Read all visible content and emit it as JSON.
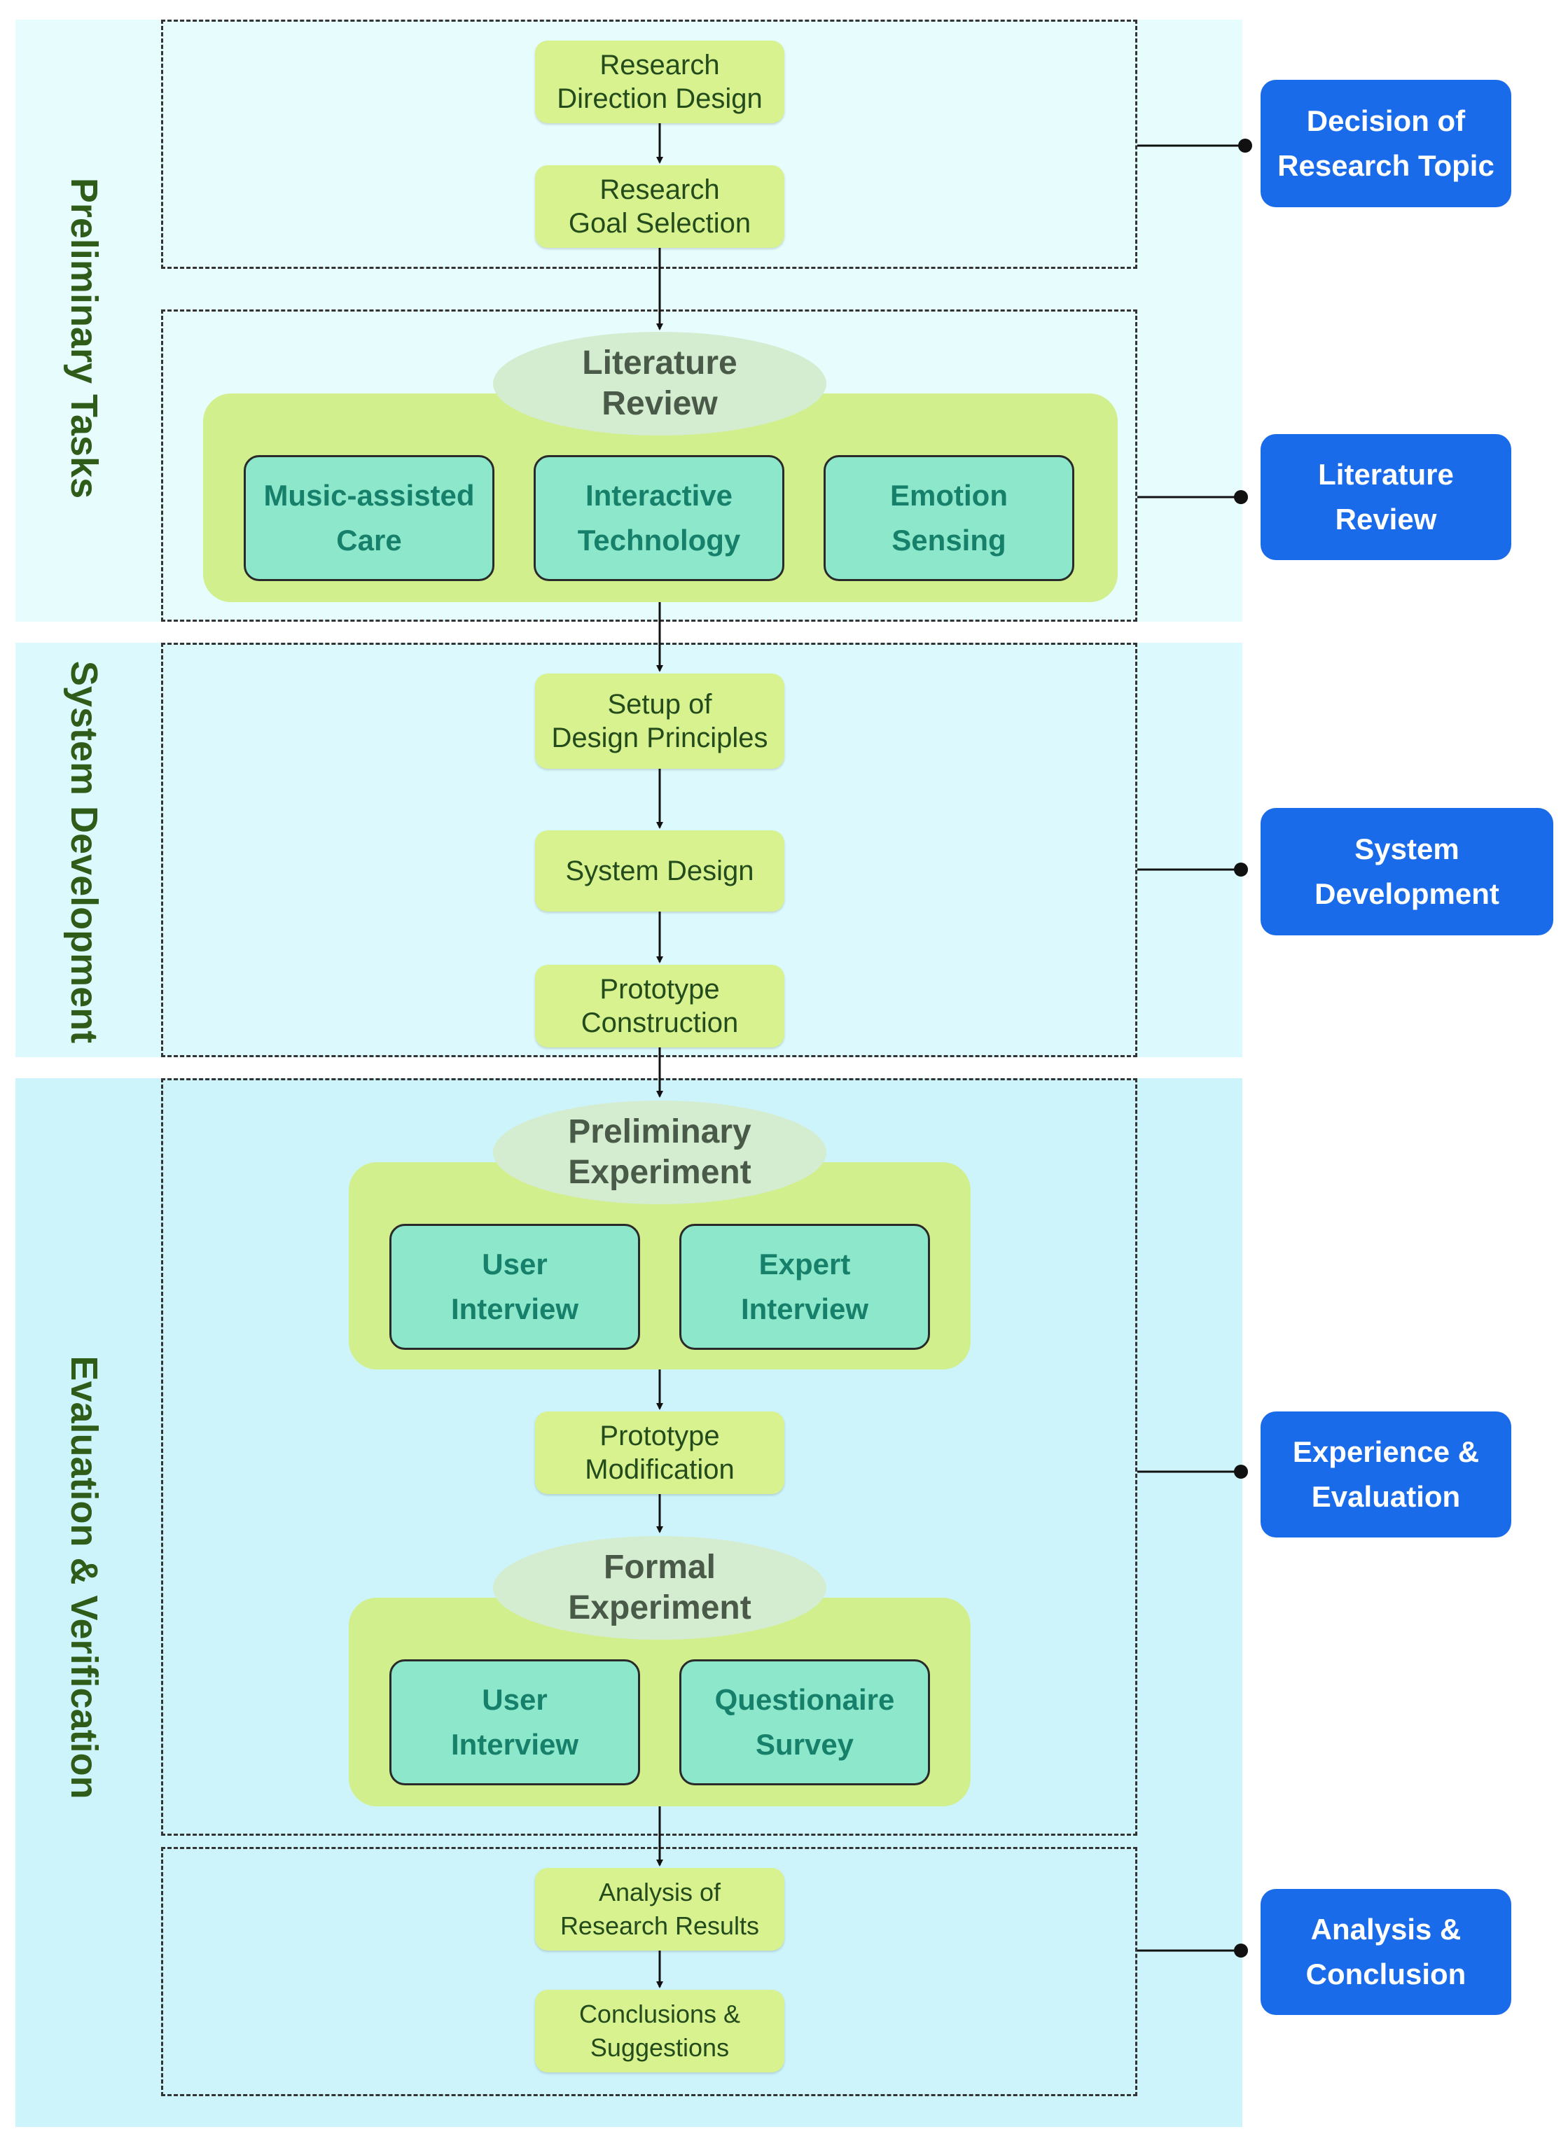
{
  "phases": [
    {
      "id": "preliminary",
      "label": "Preliminary Tasks"
    },
    {
      "id": "system",
      "label": "System Development"
    },
    {
      "id": "evaluation",
      "label": "Evaluation & Verification"
    }
  ],
  "steps": {
    "research_direction": "Research\nDirection Design",
    "research_goal": "Research\nGoal Selection",
    "setup_principles": "Setup of\nDesign Principles",
    "system_design": "System Design",
    "prototype_construction": "Prototype\nConstruction",
    "prototype_modification": "Prototype\nModification",
    "analysis_results": "Analysis of\nResearch Results",
    "conclusions": "Conclusions &\nSuggestions"
  },
  "literature_review": {
    "title": "Literature\nReview",
    "items": [
      "Music-assisted\nCare",
      "Interactive\nTechnology",
      "Emotion\nSensing"
    ]
  },
  "preliminary_experiment": {
    "title": "Preliminary\nExperiment",
    "items": [
      "User\nInterview",
      "Expert\nInterview"
    ]
  },
  "formal_experiment": {
    "title": "Formal\nExperiment",
    "items": [
      "User\nInterview",
      "Questionaire\nSurvey"
    ]
  },
  "outcomes": [
    "Decision of\nResearch Topic",
    "Literature\nReview",
    "System\nDevelopment",
    "Experience &\nEvaluation",
    "Analysis &\nConclusion"
  ]
}
